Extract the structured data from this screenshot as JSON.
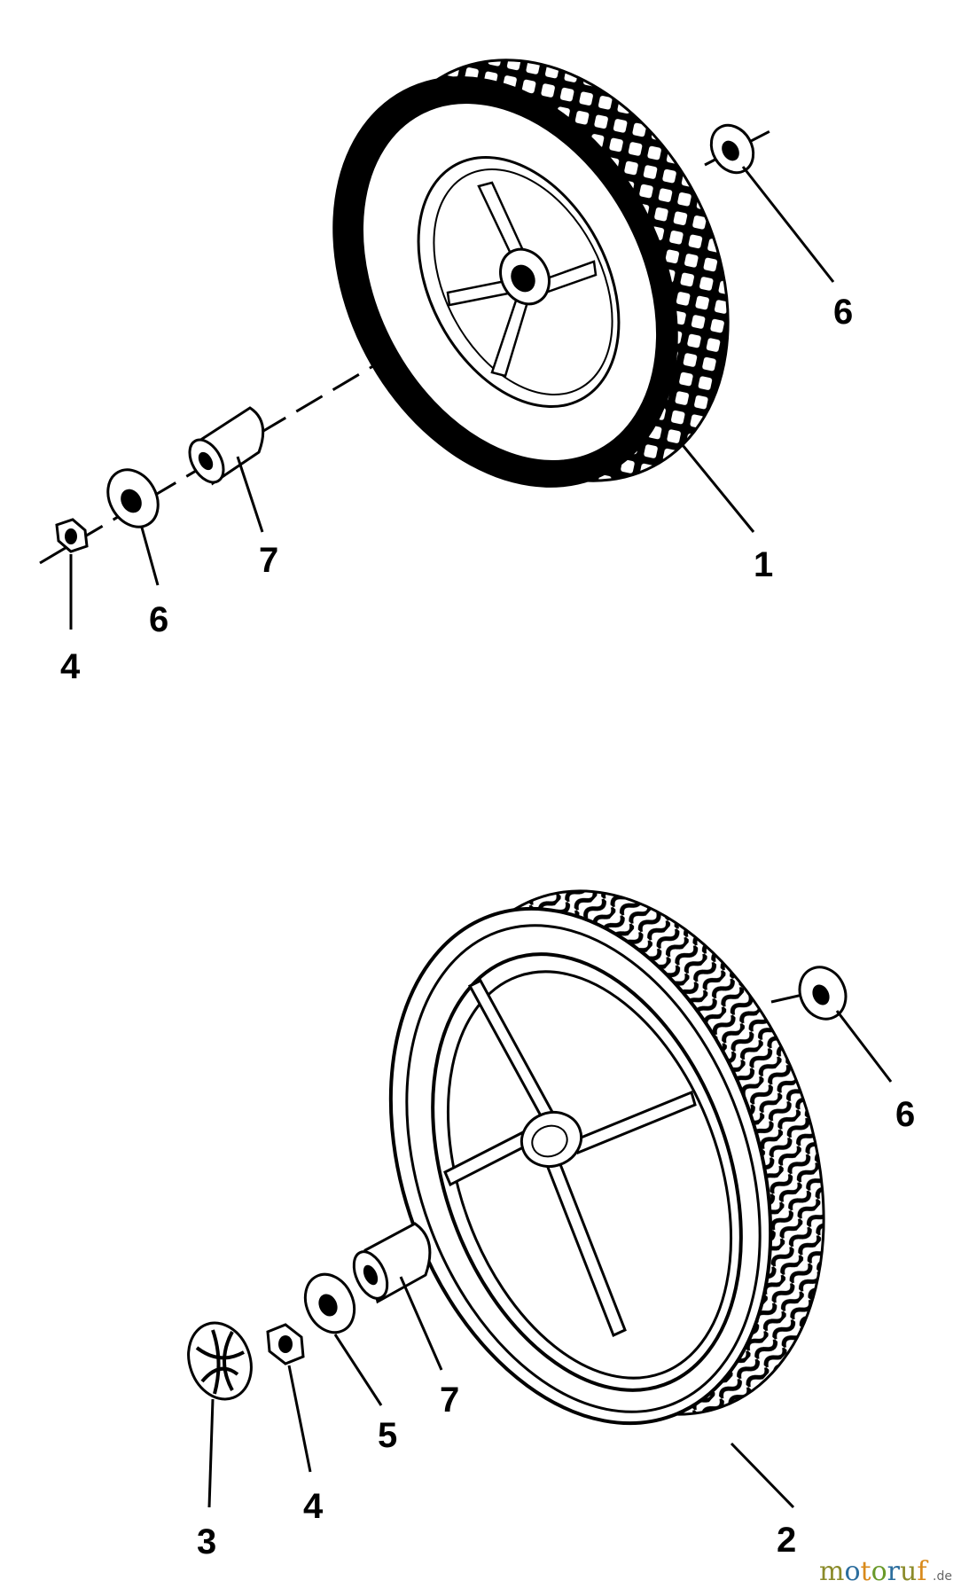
{
  "callouts": {
    "top": {
      "tire": "1",
      "washer_right": "6",
      "washer_left": "6",
      "nut": "4",
      "bushing": "7"
    },
    "bottom": {
      "tire": "2",
      "washer_right": "6",
      "hubcap": "3",
      "nut": "4",
      "washer": "5",
      "bushing": "7"
    }
  },
  "watermark": {
    "main": "motoruf",
    "sub": ".de",
    "colors": {
      "m": "#8b8b2a",
      "o": "#2c6e9e",
      "t": "#d98a1b",
      "o2": "#6a9a2a",
      "r": "#2c6e9e",
      "u": "#8b8b2a",
      "f": "#d98a1b"
    }
  }
}
